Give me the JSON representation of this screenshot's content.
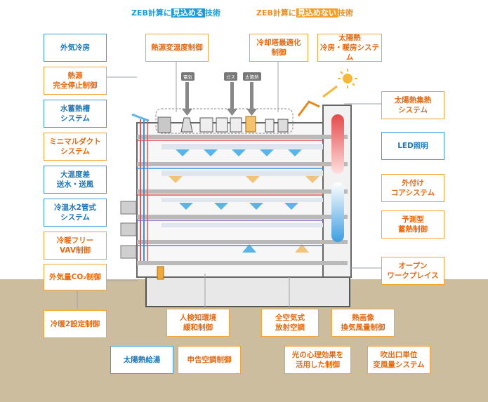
{
  "legend": {
    "saving": {
      "prefix": "ZEB計算に",
      "highlight": "見込める",
      "suffix": "技術",
      "color": "#1f9bd8"
    },
    "notsaving": {
      "prefix": "ZEB計算に",
      "highlight": "見込めない",
      "suffix": "技術",
      "color": "#f0a02c"
    }
  },
  "energy_labels": [
    "電気",
    "ガス",
    "太陽熱"
  ],
  "boxes": {
    "gaiki_reibo": "外気冷房",
    "netsugen_teishi": "熱源\n完全停止制御",
    "suichiku": "水蓄熱槽\nシステム",
    "minimal_duct": "ミニマルダクト\nシステム",
    "daionsa": "大温度差\n送水・送風",
    "reionsui": "冷温水2管式\nシステム",
    "reibo_vav": "冷暖フリー\nVAV制御",
    "gaikiryo_co2": "外気量CO₂制御",
    "reidan2": "冷暖2設定制御",
    "netsugen_ondo": "熱源変温度制御",
    "reikyakuto": "冷却塔最適化\n制御",
    "taiyo_reibo": "太陽熱\n冷房・暖房システム",
    "taiyo_shunetsu": "太陽熱集熱\nシステム",
    "led": "LED照明",
    "sotozuke": "外付け\nコアシステム",
    "yosoku": "予測型\n蓄熱制御",
    "open": "オープン\nワークプレイス",
    "jinken": "人検知環境\n緩和制御",
    "zenkuki": "全空気式\n放射空調",
    "netsugazo": "熱画像\n換気風量制御",
    "taiyo_kyuto": "太陽熱給湯",
    "shinkoku": "申告空調制御",
    "hikari": "光の心理効果を\n活用した制御",
    "fukidashi": "吹出口単位\n変風量システム"
  }
}
